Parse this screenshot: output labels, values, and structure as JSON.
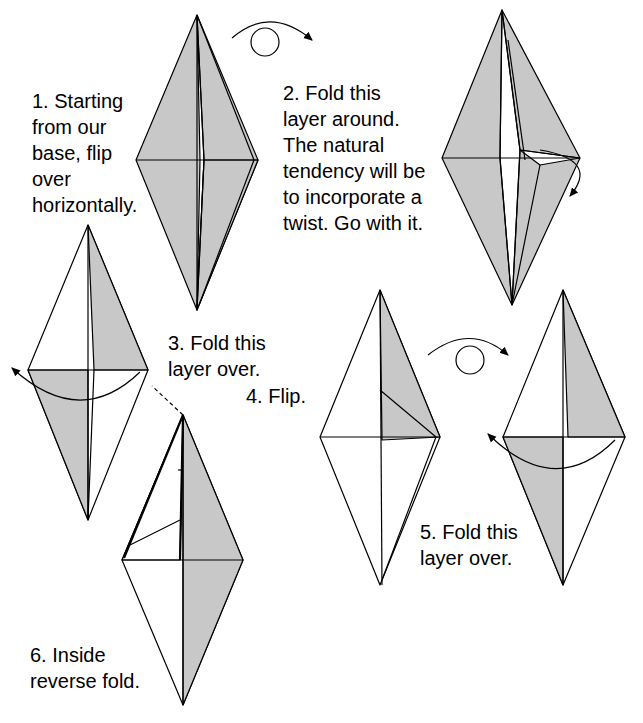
{
  "diagram": {
    "labels": [
      "1. Starting from our base, flip over horizontally.",
      "2. Fold this layer around. The natural tendency will be to incorporate a twist. Go with it.",
      "3. Fold this layer over.",
      "4. Flip.",
      "5. Fold this layer over.",
      "6. Inside reverse fold."
    ]
  }
}
